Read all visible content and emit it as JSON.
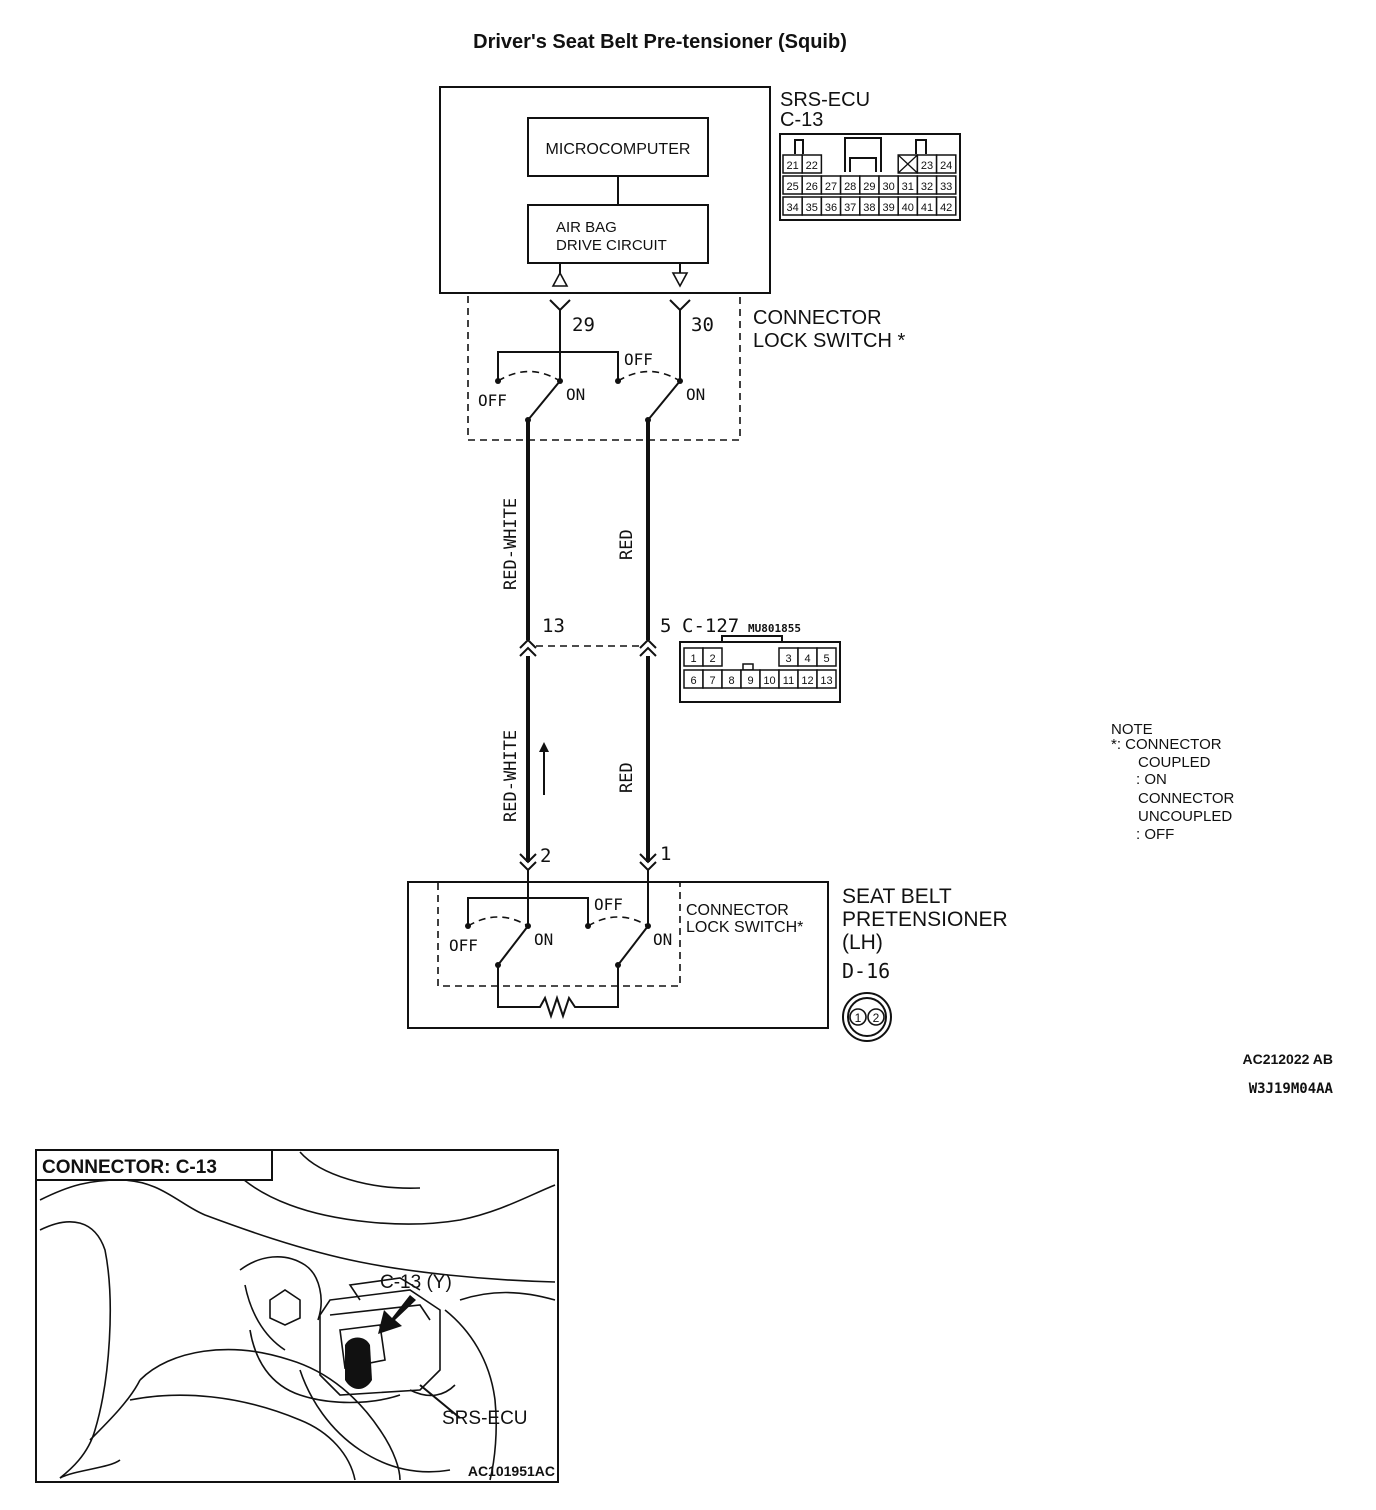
{
  "title": "Driver's Seat Belt Pre-tensioner (Squib)",
  "ecu": {
    "name": "SRS-ECU",
    "connector": "C-13",
    "blocks": [
      "MICROCOMPUTER",
      "AIR BAG",
      "DRIVE CIRCUIT"
    ],
    "terminals": [
      "29",
      "30"
    ],
    "connector_pins": {
      "row1": [
        "21",
        "22",
        "23",
        "24"
      ],
      "row2": [
        "25",
        "26",
        "27",
        "28",
        "29",
        "30",
        "31",
        "32",
        "33"
      ],
      "row3": [
        "34",
        "35",
        "36",
        "37",
        "38",
        "39",
        "40",
        "41",
        "42"
      ]
    }
  },
  "lock_switch_label": [
    "CONNECTOR",
    "LOCK SWITCH *"
  ],
  "switch_labels": {
    "on": "ON",
    "off": "OFF"
  },
  "wires": {
    "left": "RED-WHITE",
    "right": "RED"
  },
  "intermediate": {
    "connector": "C-127",
    "part_no": "MU801855",
    "pin_left": "13",
    "pin_right": "5",
    "pins": {
      "row1": [
        "1",
        "2",
        "3",
        "4",
        "5"
      ],
      "row2": [
        "6",
        "7",
        "8",
        "9",
        "10",
        "11",
        "12",
        "13"
      ]
    }
  },
  "pretensioner": {
    "title_lines": [
      "SEAT BELT",
      "PRETENSIONER",
      "(LH)"
    ],
    "connector": "D-16",
    "pin_left": "2",
    "pin_right": "1",
    "lock_switch_lines": [
      "CONNECTOR",
      "LOCK SWITCH*"
    ],
    "pins": [
      "1",
      "2"
    ]
  },
  "note": {
    "lines": [
      "NOTE",
      "*: CONNECTOR",
      "COUPLED",
      ": ON",
      "CONNECTOR",
      "UNCOUPLED",
      ": OFF"
    ]
  },
  "codes": [
    "AC212022 AB",
    "W3J19M04AA"
  ],
  "photo": {
    "label": "CONNECTOR: C-13",
    "callout_connector": "C-13 (Y)",
    "callout_unit": "SRS-ECU",
    "code": "AC101951AC"
  }
}
